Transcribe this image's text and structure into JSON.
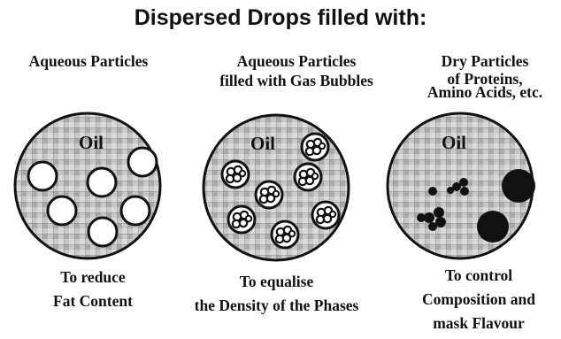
{
  "title": "Dispersed Drops  filled with:",
  "columns": [
    {
      "heading_lines": [
        "Aqueous Particles"
      ],
      "drop_label": "Oil",
      "particle_type": "aqueous-particles",
      "caption_lines": [
        "To reduce",
        "Fat Content"
      ]
    },
    {
      "heading_lines": [
        "Aqueous Particles",
        "filled with Gas Bubbles"
      ],
      "drop_label": "Oil",
      "particle_type": "aqueous-particles-with-gas-bubbles",
      "caption_lines": [
        "To equalise",
        "the Density of the Phases"
      ]
    },
    {
      "heading_lines": [
        "Dry Particles",
        "of Proteins,",
        "Amino Acids, etc."
      ],
      "drop_label": "Oil",
      "particle_type": "dry-particles",
      "caption_lines": [
        "To control",
        "Composition and",
        "mask Flavour"
      ]
    }
  ],
  "colors": {
    "ink": "#111111",
    "oil_fill": "#c8c8c8",
    "oil_grid": "#8e8e8e",
    "particle_fill": "#ffffff",
    "dry_particle_fill": "#111111"
  }
}
